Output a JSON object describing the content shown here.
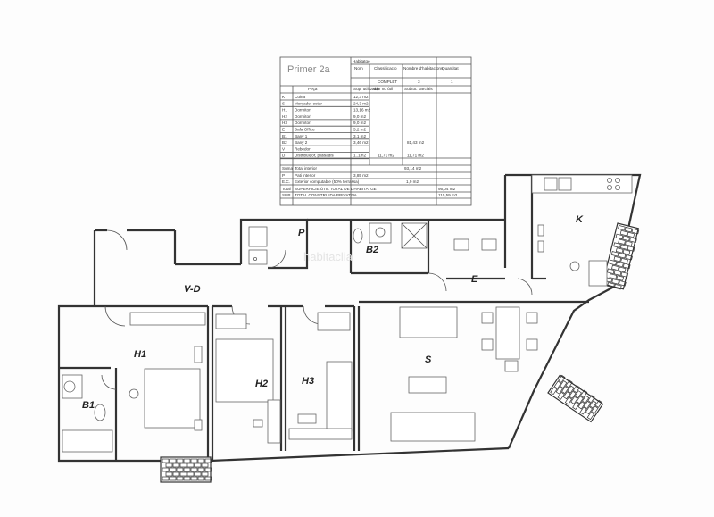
{
  "rooms": {
    "vd": "V-D",
    "p": "P",
    "b2": "B2",
    "k": "K",
    "e": "E",
    "h1": "H1",
    "h2": "H2",
    "h3": "H3",
    "s": "S",
    "b1": "B1"
  },
  "table": {
    "title": "Primer 2a",
    "col_headers": [
      "Habitatge",
      "Nom",
      "Classificacio",
      "Nombre d'habitacions",
      "Quantitat"
    ],
    "top_values": [
      "COMPLET",
      "3",
      "1"
    ],
    "row_headers": [
      "Peça",
      "Sup. utilitzable",
      "Sup. no útil",
      "Subtot. parcials"
    ],
    "rows": [
      {
        "code": "K",
        "name": "Cuina",
        "area": "12,3 m2"
      },
      {
        "code": "S",
        "name": "Menjador-estar",
        "area": "24,3 m2"
      },
      {
        "code": "H1",
        "name": "Dormitori",
        "area": "13,16 m2"
      },
      {
        "code": "H2",
        "name": "Dormitori",
        "area": "9,0 m2"
      },
      {
        "code": "H3",
        "name": "Dormitori",
        "area": "9,0 m2"
      },
      {
        "code": "E",
        "name": "Safa Office",
        "area": "5,2 m2"
      },
      {
        "code": "B1",
        "name": "Bany 1",
        "area": "3,1 m2"
      },
      {
        "code": "B2",
        "name": "Bany 2",
        "area": "3,46 m2",
        "subtotal": "81,43 m2"
      },
      {
        "code": "V",
        "name": "Rebedor",
        "area": ""
      },
      {
        "code": "D",
        "name": "Distribuidor, passadis",
        "area": "1..1m2",
        "no_util": "11,71 m2",
        "subtotal": "11,71 m2"
      }
    ],
    "totals": [
      {
        "code": "Suma",
        "name": "Total interior",
        "value": "93,14 m2"
      },
      {
        "code": "P",
        "name": "Pati interior",
        "area": "3,85 m2"
      },
      {
        "code": "E.C.",
        "name": "Exterior computable (50% terrassa)",
        "value": "1,9 m2"
      },
      {
        "code": "Total",
        "name": "SUPERFICIE ÚTIL TOTAL DE L'HABITATGE",
        "value": "95,04 m2"
      },
      {
        "code": "SUP",
        "name": "TOTAL CONSTRUIDA PRIVATIVA",
        "value": "110,59 m2"
      }
    ]
  },
  "watermark": "habitaclia"
}
